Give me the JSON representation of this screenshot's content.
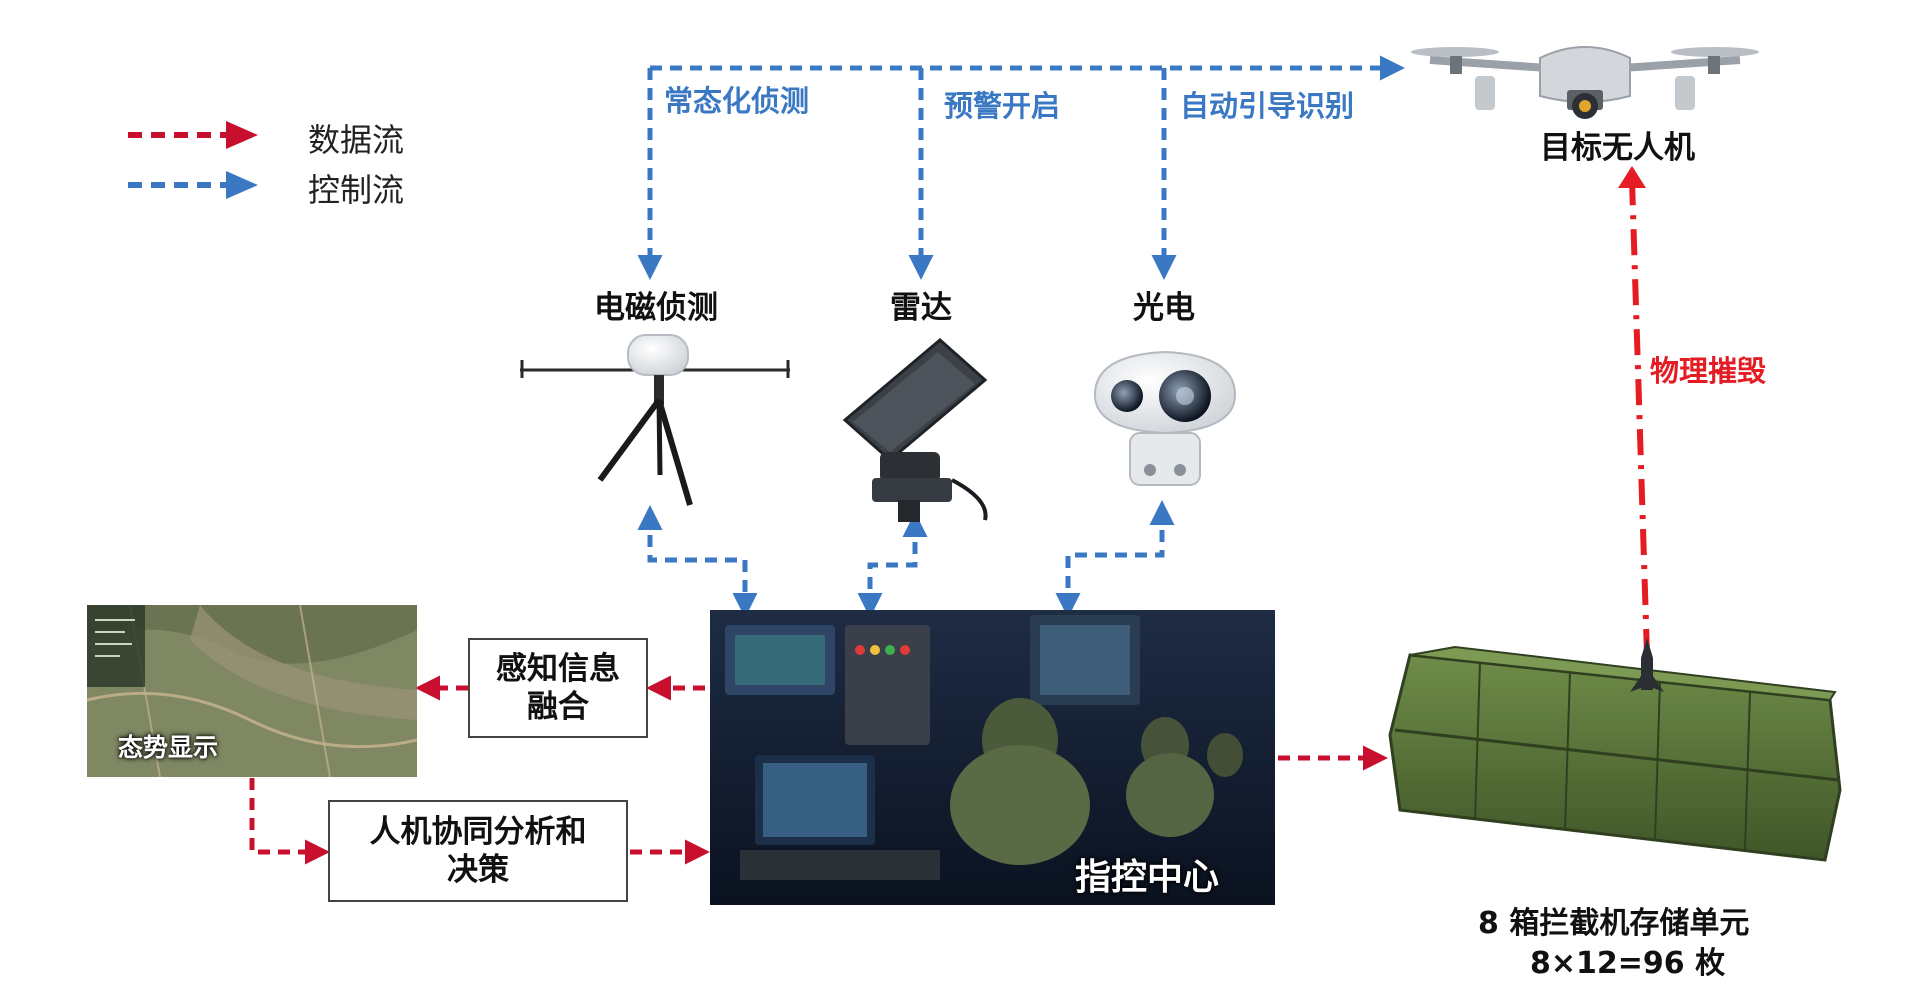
{
  "legend": {
    "data_flow_label": "数据流",
    "control_flow_label": "控制流"
  },
  "colors": {
    "data_flow": "#c8102e",
    "control_flow": "#3a78c4",
    "box_border": "#444444",
    "crate_green": "#5e7a3c"
  },
  "control_flows": {
    "routine_detection": "常态化侦测",
    "warning_on": "预警开启",
    "auto_guidance": "自动引导识别"
  },
  "sensors": {
    "em_detection": "电磁侦测",
    "radar": "雷达",
    "electro_optical": "光电"
  },
  "target": {
    "label": "目标无人机"
  },
  "destroy": {
    "label": "物理摧毁"
  },
  "boxes": {
    "fusion": "感知信息融合",
    "fusion_line1": "感知信息",
    "fusion_line2": "融合",
    "decision": "人机协同分析和决策",
    "decision_line1": "人机协同分析和",
    "decision_line2": "决策"
  },
  "situation": {
    "label": "态势显示"
  },
  "command": {
    "label": "指控中心"
  },
  "storage": {
    "line1": "8 箱拦截机存储单元",
    "line2": "8×12=96 枚"
  },
  "icons": [
    "drone-icon",
    "em-sensor-icon",
    "radar-icon",
    "eo-camera-icon",
    "map-thumbnail-icon",
    "command-center-image",
    "crate-stack-icon",
    "interceptor-icon"
  ]
}
